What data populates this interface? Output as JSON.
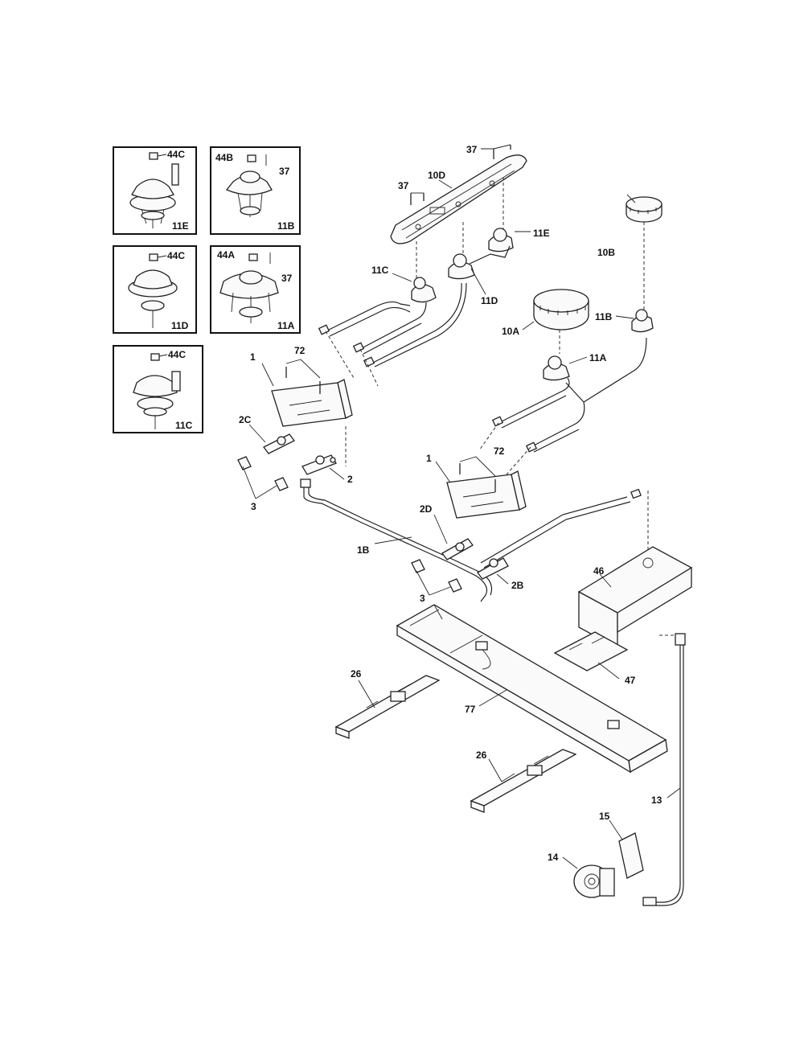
{
  "diagram": {
    "inset_boxes": [
      {
        "id": "11E",
        "screw": "44C"
      },
      {
        "id": "11B",
        "screw": "44B",
        "pin": "37"
      },
      {
        "id": "11D",
        "screw": "44C"
      },
      {
        "id": "11A",
        "screw": "44A",
        "pin": "37"
      },
      {
        "id": "11C",
        "screw": "44C"
      }
    ],
    "callouts": {
      "c37a": "37",
      "c37b": "37",
      "c10D": "10D",
      "c11E": "11E",
      "c10B": "10B",
      "c11C": "11C",
      "c11D": "11D",
      "c11B": "11B",
      "c10A": "10A",
      "c11A": "11A",
      "c1a": "1",
      "c72a": "72",
      "c2C": "2C",
      "c2": "2",
      "c3a": "3",
      "c1b": "1",
      "c72b": "72",
      "c2D": "2D",
      "c1B": "1B",
      "c2B": "2B",
      "c3b": "3",
      "c46": "46",
      "c47": "47",
      "c26a": "26",
      "c77": "77",
      "c26b": "26",
      "c13": "13",
      "c15": "15",
      "c14": "14"
    }
  }
}
